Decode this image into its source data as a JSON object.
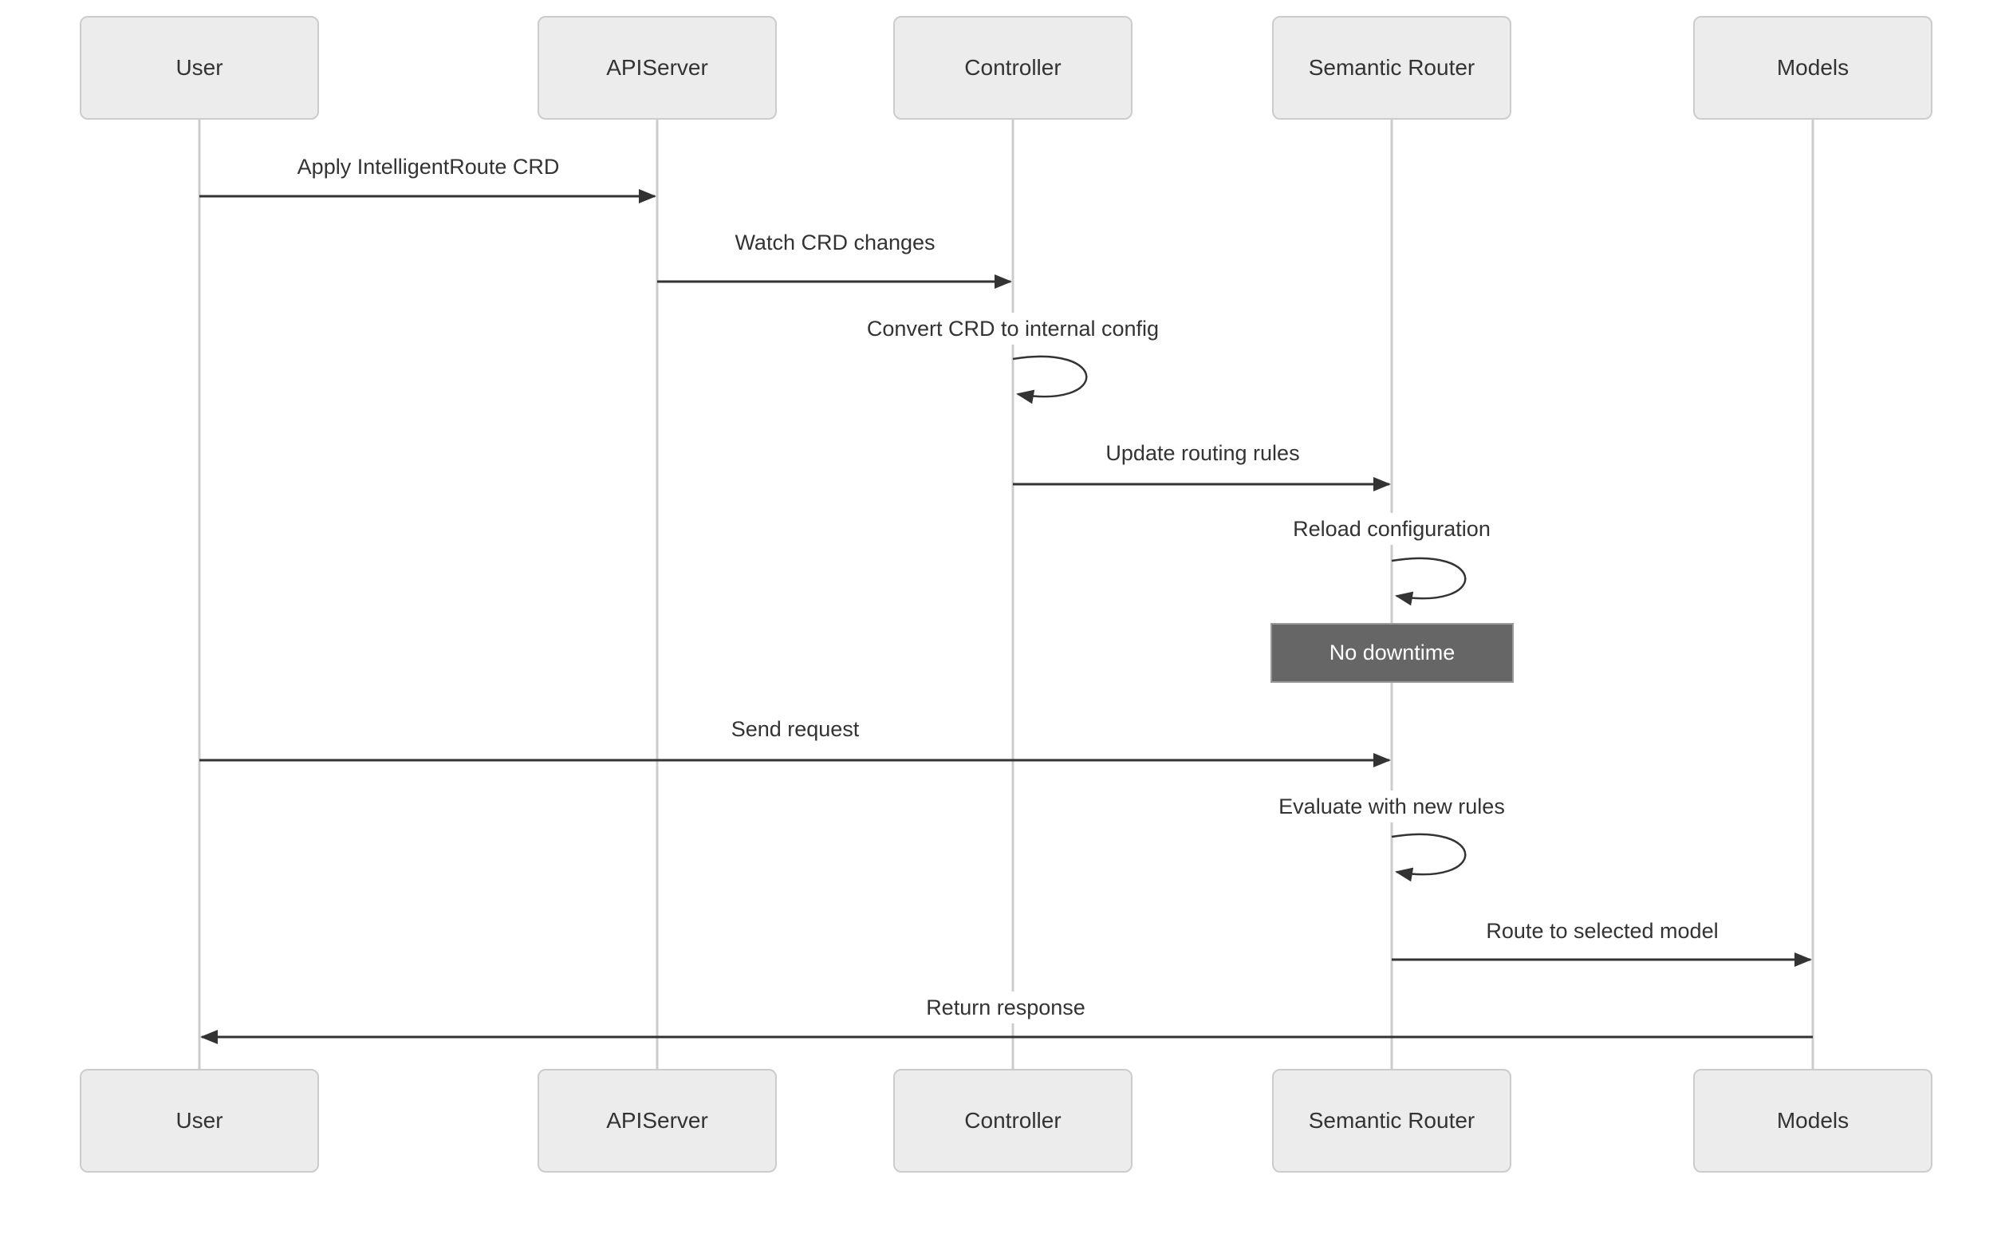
{
  "diagram": {
    "type": "sequence",
    "actors": [
      {
        "id": "user",
        "label": "User"
      },
      {
        "id": "apiserver",
        "label": "APIServer"
      },
      {
        "id": "controller",
        "label": "Controller"
      },
      {
        "id": "semantic-router",
        "label": "Semantic Router"
      },
      {
        "id": "models",
        "label": "Models"
      }
    ],
    "messages": [
      {
        "from": "User",
        "to": "APIServer",
        "label": "Apply IntelligentRoute CRD",
        "kind": "arrow"
      },
      {
        "from": "APIServer",
        "to": "Controller",
        "label": "Watch CRD changes",
        "kind": "arrow"
      },
      {
        "from": "Controller",
        "to": "Controller",
        "label": "Convert CRD to internal config",
        "kind": "self-loop"
      },
      {
        "from": "Controller",
        "to": "Semantic Router",
        "label": "Update routing rules",
        "kind": "arrow"
      },
      {
        "from": "Semantic Router",
        "to": "Semantic Router",
        "label": "Reload configuration",
        "kind": "self-loop"
      },
      {
        "from": "User",
        "to": "Semantic Router",
        "label": "Send request",
        "kind": "arrow"
      },
      {
        "from": "Semantic Router",
        "to": "Semantic Router",
        "label": "Evaluate with new rules",
        "kind": "self-loop"
      },
      {
        "from": "Semantic Router",
        "to": "Models",
        "label": "Route to selected model",
        "kind": "arrow"
      },
      {
        "from": "Models",
        "to": "User",
        "label": "Return response",
        "kind": "arrow"
      }
    ],
    "note": {
      "label": "No downtime",
      "attached_to": "Semantic Router"
    },
    "colors": {
      "background": "#ffffff",
      "actor_fill": "#ececec",
      "actor_border": "#cccccc",
      "actor_text": "#333333",
      "lifeline": "#cccccc",
      "arrow": "#333333",
      "message_text": "#333333",
      "note_fill": "#666666",
      "note_border": "#999999",
      "note_text": "#ffffff"
    }
  }
}
